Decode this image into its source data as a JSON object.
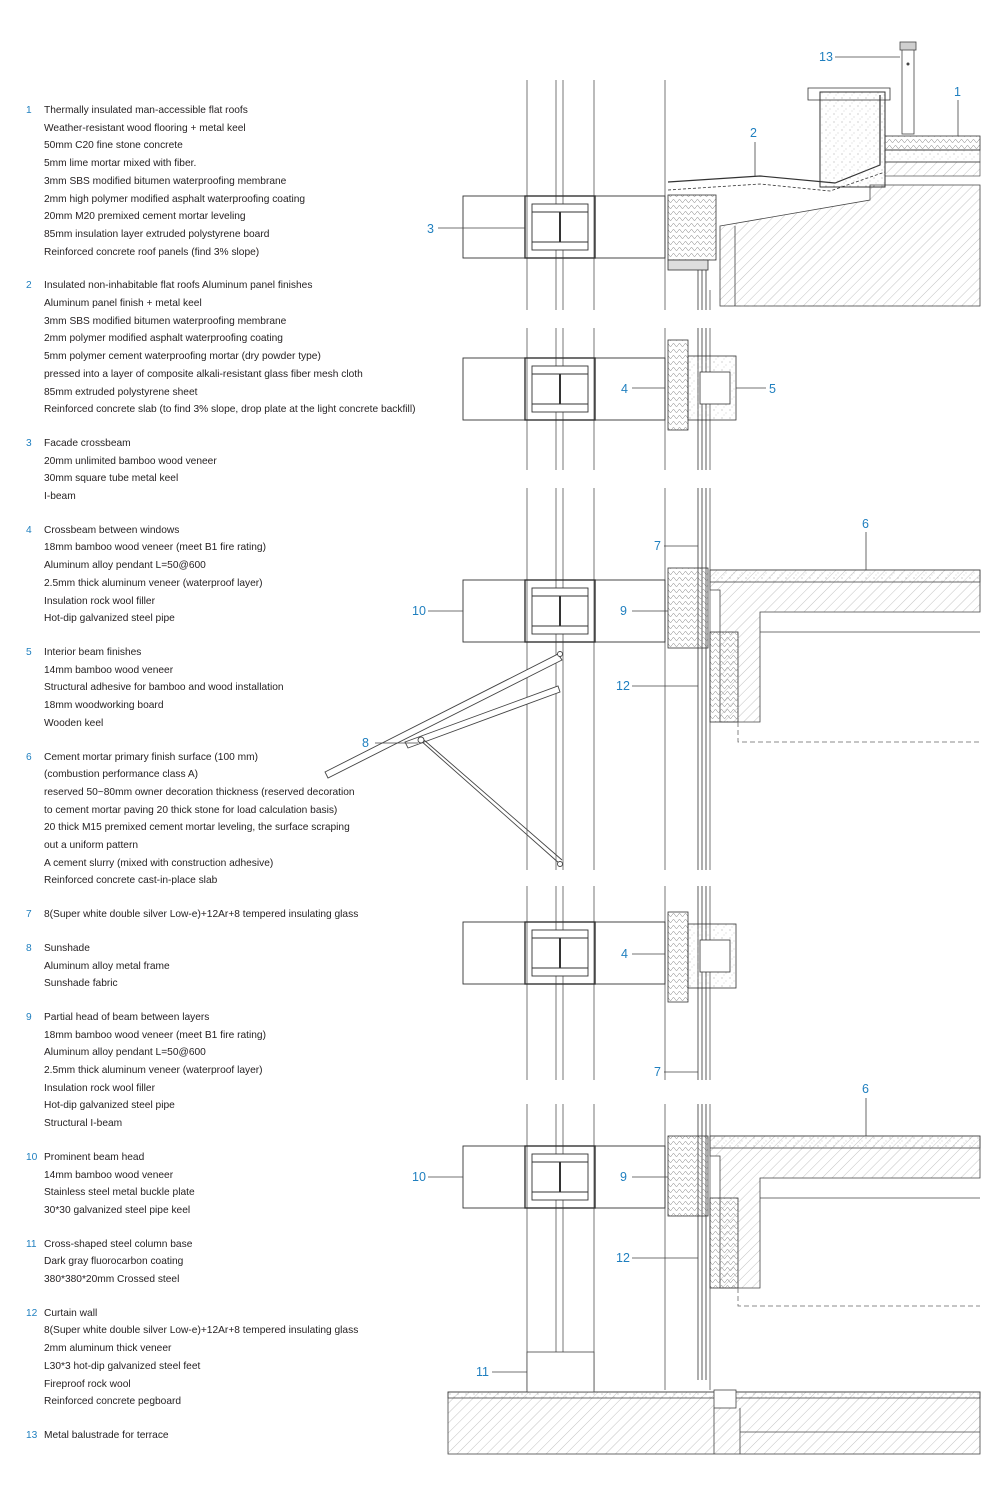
{
  "legend": [
    {
      "number": "1",
      "lines": [
        "Thermally insulated man-accessible flat roofs",
        "Weather-resistant wood flooring + metal keel",
        "50mm C20 fine stone concrete",
        "5mm lime mortar mixed with fiber.",
        "3mm SBS modified bitumen waterproofing membrane",
        "2mm high polymer modified asphalt waterproofing coating",
        "20mm M20 premixed cement mortar leveling",
        "85mm insulation layer extruded polystyrene board",
        "Reinforced concrete roof panels (find 3% slope)"
      ]
    },
    {
      "number": "2",
      "lines": [
        "Insulated non-inhabitable flat roofs Aluminum panel finishes",
        "Aluminum panel finish + metal keel",
        "3mm SBS modified bitumen waterproofing membrane",
        "2mm polymer modified asphalt waterproofing coating",
        "5mm polymer cement waterproofing mortar (dry powder type)",
        "pressed into a layer of composite alkali-resistant glass fiber mesh cloth",
        "85mm extruded polystyrene sheet",
        "Reinforced concrete slab (to find 3% slope, drop plate at the light concrete backfill)"
      ]
    },
    {
      "number": "3",
      "lines": [
        "Facade crossbeam",
        "20mm unlimited bamboo wood veneer",
        "30mm square tube metal keel",
        "I-beam"
      ]
    },
    {
      "number": "4",
      "lines": [
        "Crossbeam between windows",
        "18mm bamboo wood veneer (meet B1 fire rating)",
        "Aluminum alloy pendant L=50@600",
        "2.5mm thick aluminum veneer (waterproof layer)",
        "Insulation rock wool filler",
        "Hot-dip galvanized steel pipe"
      ]
    },
    {
      "number": "5",
      "lines": [
        "Interior beam finishes",
        "14mm bamboo wood veneer",
        "Structural adhesive for bamboo and wood installation",
        "18mm woodworking board",
        "Wooden keel"
      ]
    },
    {
      "number": "6",
      "lines": [
        "Cement mortar primary finish surface (100 mm)",
        "(combustion performance class A)",
        "reserved 50~80mm owner decoration thickness (reserved decoration",
        "to cement mortar paving 20 thick stone for load calculation basis)",
        "20 thick M15 premixed cement mortar leveling, the surface scraping",
        "out a uniform pattern",
        "A cement slurry (mixed with construction adhesive)",
        "Reinforced concrete cast-in-place slab"
      ]
    },
    {
      "number": "7",
      "lines": [
        "8(Super white double silver Low-e)+12Ar+8 tempered insulating glass"
      ]
    },
    {
      "number": "8",
      "lines": [
        "Sunshade",
        "Aluminum alloy metal frame",
        "Sunshade fabric"
      ]
    },
    {
      "number": "9",
      "lines": [
        "Partial head of beam between layers",
        "18mm bamboo wood veneer (meet B1 fire rating)",
        "Aluminum alloy pendant L=50@600",
        "2.5mm thick aluminum veneer (waterproof layer)",
        "Insulation rock wool filler",
        "Hot-dip galvanized steel pipe",
        "Structural I-beam"
      ]
    },
    {
      "number": "10",
      "lines": [
        "Prominent beam head",
        "14mm bamboo wood veneer",
        "Stainless steel metal buckle plate",
        "30*30 galvanized steel pipe keel"
      ]
    },
    {
      "number": "11",
      "lines": [
        "Cross-shaped steel column base",
        "Dark gray fluorocarbon coating",
        "380*380*20mm Crossed steel"
      ]
    },
    {
      "number": "12",
      "lines": [
        "Curtain wall",
        "8(Super white double silver Low-e)+12Ar+8 tempered insulating glass",
        "2mm aluminum thick veneer",
        "L30*3 hot-dip galvanized steel feet",
        "Fireproof rock wool",
        "Reinforced concrete pegboard"
      ]
    },
    {
      "number": "13",
      "lines": [
        "Metal balustrade for terrace"
      ]
    }
  ],
  "callouts": [
    {
      "id": "c13",
      "text": "13"
    },
    {
      "id": "c1",
      "text": "1"
    },
    {
      "id": "c2",
      "text": "2"
    },
    {
      "id": "c3",
      "text": "3"
    },
    {
      "id": "c4a",
      "text": "4"
    },
    {
      "id": "c5",
      "text": "5"
    },
    {
      "id": "c6a",
      "text": "6"
    },
    {
      "id": "c7a",
      "text": "7"
    },
    {
      "id": "c10a",
      "text": "10"
    },
    {
      "id": "c9a",
      "text": "9"
    },
    {
      "id": "c12a",
      "text": "12"
    },
    {
      "id": "c8",
      "text": "8"
    },
    {
      "id": "c4b",
      "text": "4"
    },
    {
      "id": "c7b",
      "text": "7"
    },
    {
      "id": "c6b",
      "text": "6"
    },
    {
      "id": "c10b",
      "text": "10"
    },
    {
      "id": "c9b",
      "text": "9"
    },
    {
      "id": "c12b",
      "text": "12"
    },
    {
      "id": "c11",
      "text": "11"
    }
  ],
  "colors": {
    "callout": "#1f7fbf",
    "text": "#231f20",
    "line": "#3a3a3a",
    "hatch": "#9a9a9a"
  }
}
